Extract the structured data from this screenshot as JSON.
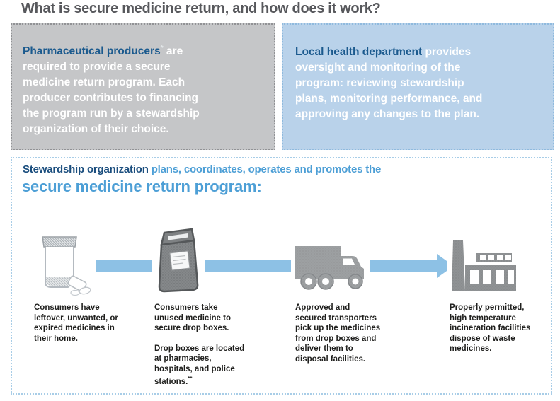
{
  "title": "What is secure medicine return, and how does it work?",
  "producers": {
    "heading": "Pharmaceutical producers",
    "mark": "*",
    "body": [
      " are",
      "required to provide a secure",
      "medicine return program. Each",
      "producer contributes to financing",
      "the program run by a stewardship",
      "organization of their choice."
    ]
  },
  "health": {
    "heading": "Local health department",
    "body": [
      " provides",
      "oversight and monitoring of the",
      "program: reviewing stewardship",
      "plans, monitoring performance, and",
      "approving any changes to the plan."
    ]
  },
  "stewardship": {
    "heading": "Stewardship organization",
    "lead": " plans, coordinates, operates and promotes the",
    "subheading": "secure medicine return program:"
  },
  "steps": [
    {
      "icon": "pill-bottle-icon",
      "caption": [
        "Consumers have",
        "leftover, unwanted, or",
        "expired medicines in",
        "their home."
      ]
    },
    {
      "icon": "drop-box-icon",
      "caption": [
        "Consumers take",
        "unused medicine to",
        "secure drop boxes."
      ],
      "caption2": [
        "Drop boxes are located",
        "at pharmacies,",
        "hospitals, and police",
        "stations."
      ],
      "caption2_mark": "**"
    },
    {
      "icon": "transport-truck-icon",
      "caption": [
        "Approved and",
        "secured transporters",
        "pick up the medicines",
        "from drop boxes and",
        "deliver them to",
        "disposal facilities."
      ]
    },
    {
      "icon": "incineration-facility-icon",
      "caption": [
        "Properly permitted,",
        "high temperature",
        "incineration facilities",
        "dispose of waste",
        "medicines."
      ]
    }
  ],
  "colors": {
    "title_text": "#57585c",
    "producers_box_bg": "#c5c6c8",
    "producers_box_border": "#919295",
    "health_box_bg": "#b9d2ea",
    "health_box_border": "#8fbade",
    "heading_blue": "#1b5a8e",
    "body_text_white": "#ffffff",
    "stewardship_box_border": "#a8cde7",
    "stewardship_heading_dark_blue": "#1b4e7e",
    "stewardship_accent_blue": "#4d9fd6",
    "arrow_blue": "#8dc1e5",
    "caption_text": "#1f1f1d"
  }
}
